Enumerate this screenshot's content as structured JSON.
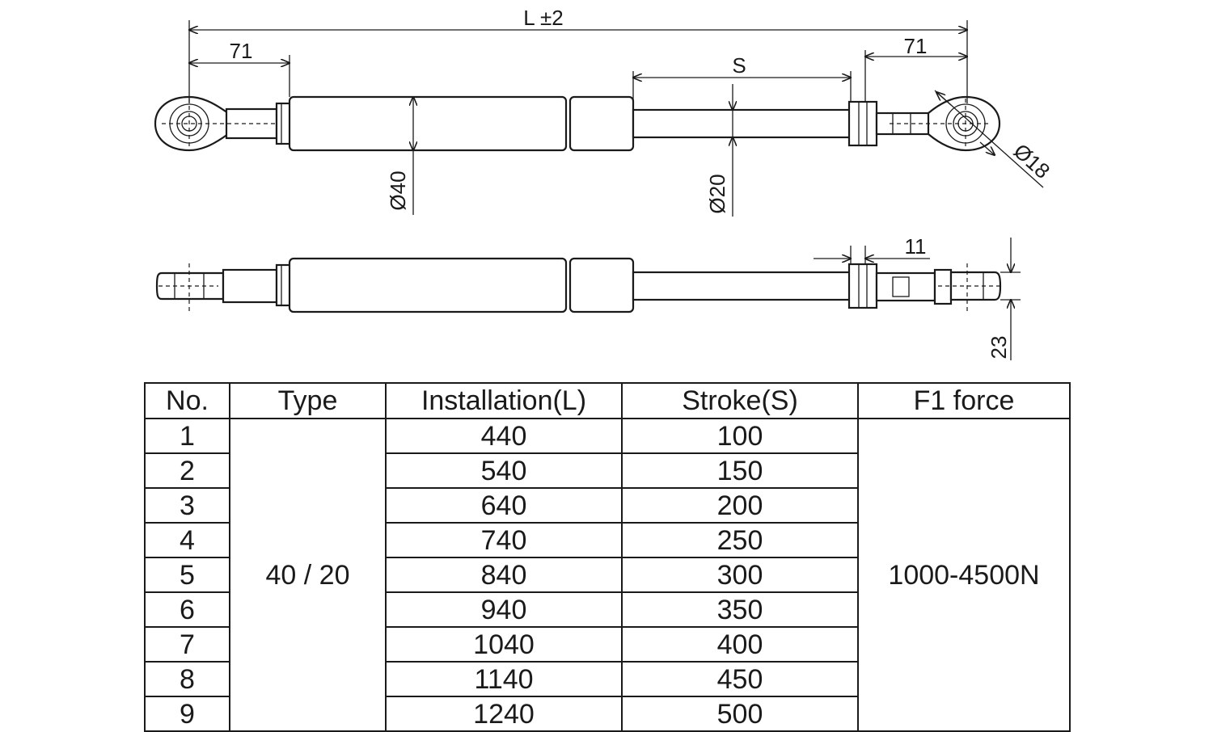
{
  "drawing": {
    "dimensions": {
      "overall_length": "L ±2",
      "left_eye_offset": "71",
      "right_eye_offset": "71",
      "stroke": "S",
      "cylinder_diameter": "Ø40",
      "rod_diameter": "Ø20",
      "eye_diameter": "Ø18",
      "locknut_width": "11",
      "eye_thickness": "23"
    }
  },
  "table": {
    "headers": [
      "No.",
      "Type",
      "Installation(L)",
      "Stroke(S)",
      "F1 force"
    ],
    "type_value": "40 / 20",
    "force_value": "1000-4500N",
    "rows": [
      {
        "no": "1",
        "installation": "440",
        "stroke": "100"
      },
      {
        "no": "2",
        "installation": "540",
        "stroke": "150"
      },
      {
        "no": "3",
        "installation": "640",
        "stroke": "200"
      },
      {
        "no": "4",
        "installation": "740",
        "stroke": "250"
      },
      {
        "no": "5",
        "installation": "840",
        "stroke": "300"
      },
      {
        "no": "6",
        "installation": "940",
        "stroke": "350"
      },
      {
        "no": "7",
        "installation": "1040",
        "stroke": "400"
      },
      {
        "no": "8",
        "installation": "1140",
        "stroke": "450"
      },
      {
        "no": "9",
        "installation": "1240",
        "stroke": "500"
      }
    ]
  }
}
